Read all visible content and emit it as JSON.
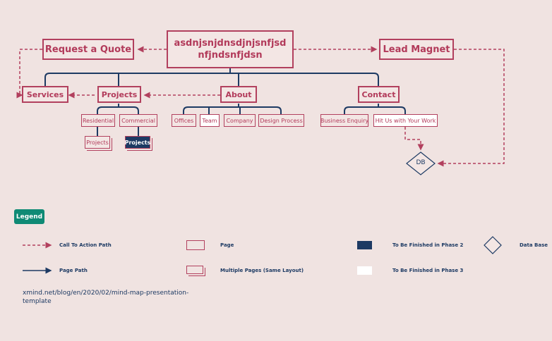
{
  "root": {
    "line1": "asdnjsnjdnsdjnjsnfjsd",
    "line2": "nfjndsnfjdsn"
  },
  "nodes": {
    "request_quote": "Request a Quote",
    "lead_magnet": "Lead Magnet",
    "services": "Services",
    "projects": "Projects",
    "about": "About",
    "contact": "Contact",
    "residential": "Residential",
    "commercial": "Commercial",
    "projects_res": "Projects",
    "projects_com": "Projects",
    "offices": "Offices",
    "team": "Team",
    "company": "Company",
    "design_process": "Design Process",
    "business_enquiry": "Business Enquiry",
    "hit_us": "Hit Us with Your Work",
    "db": "DB"
  },
  "legend": {
    "title": "Legend",
    "cta_path": "Call To Action Path",
    "page_path": "Page Path",
    "page": "Page",
    "multiple_pages": "Multiple Pages (Same Layout)",
    "phase2": "To Be Finished in Phase 2",
    "phase3": "To Be Finished in Phase 3",
    "database": "Data Base"
  },
  "footer": "xmind.net/blog/en/2020/02/mind-map-presentation-template",
  "colors": {
    "background": "#f0e3e1",
    "accent": "#b2405e",
    "navy": "#1d3a63",
    "legend_badge": "#0f8a75",
    "white": "#ffffff"
  }
}
